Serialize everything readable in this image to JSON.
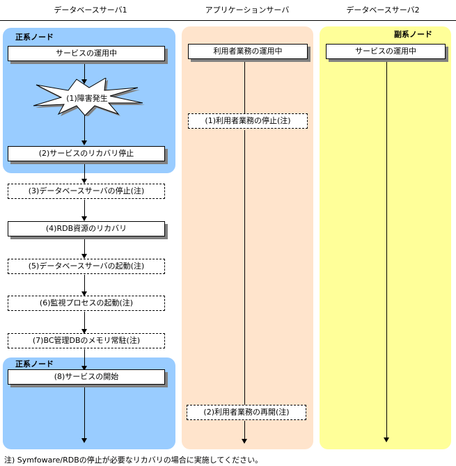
{
  "columns": {
    "db1": "データベースサーバ1",
    "app": "アプリケーションサーバ",
    "db2": "データベースサーバ2"
  },
  "colors": {
    "primary_panel": "#99ccff",
    "app_panel": "#ffe4cc",
    "secondary_panel": "#ffff99"
  },
  "db1": {
    "node_label_top": "正系ノード",
    "node_label_bottom": "正系ノード",
    "running": "サービスの運用中",
    "step1": "(1)障害発生",
    "step2": "(2)サービスのリカバリ停止",
    "step3": "(3)データベースサーバの停止(注)",
    "step4": "(4)RDB資源のリカバリ",
    "step5": "(5)データベースサーバの起動(注)",
    "step6": "(6)監視プロセスの起動(注)",
    "step7": "(7)BC管理DBのメモリ常駐(注)",
    "step8": "(8)サービスの開始"
  },
  "app": {
    "running": "利用者業務の運用中",
    "step1": "(1)利用者業務の停止(注)",
    "step2": "(2)利用者業務の再開(注)"
  },
  "db2": {
    "node_label": "副系ノード",
    "running": "サービスの運用中"
  },
  "footnote": "注) Symfoware/RDBの停止が必要なリカバリの場合に実施してください。"
}
